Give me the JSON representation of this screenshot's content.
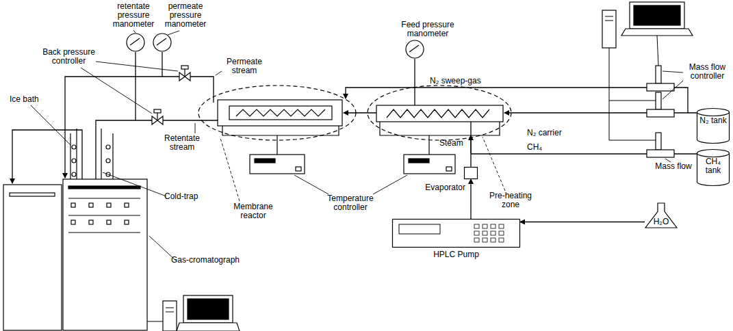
{
  "diagram": {
    "nodes": [
      {
        "text": [
          "N₂ tank"
        ]
      },
      {
        "text": [
          "CH₄ tank"
        ]
      },
      {
        "text": [
          "H₂O"
        ]
      },
      {
        "text": [
          "HPLC Pump"
        ]
      },
      {
        "text": [
          "Evaporator"
        ]
      }
    ],
    "edges": [
      {
        "from": 2,
        "to": 3,
        "arrow": "to"
      },
      {
        "from": 3,
        "to": 4,
        "arrow": "to"
      }
    ],
    "labels": [
      "retentate pressure manometer",
      "permeate pressure manometer",
      "Feed pressure manometer",
      "Back pressure controller",
      "Permeate stream",
      "Ice bath",
      "N₂ sweep-gas",
      "Mass flow controller",
      "N₂ carrier",
      "Steam",
      "CH₄",
      "Mass flow",
      "Retentate stream",
      "Cold-trap",
      "Membrane reactor",
      "Temperature controller",
      "Pre-heating zone",
      "Gas-cromatograph"
    ]
  }
}
